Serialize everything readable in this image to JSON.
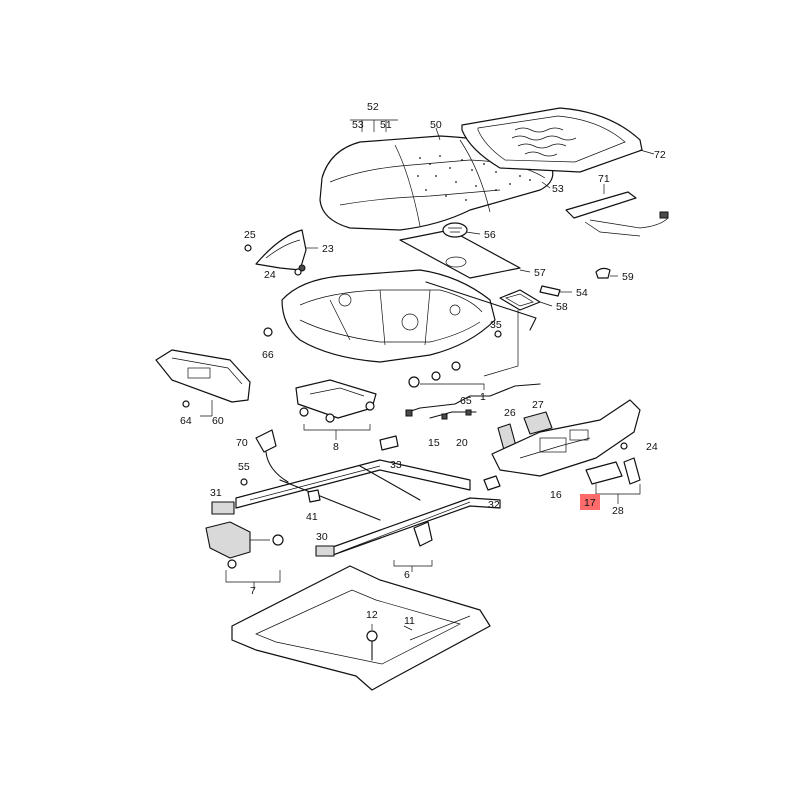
{
  "labels": [
    {
      "id": "52",
      "text": "52"
    },
    {
      "id": "53a",
      "text": "53"
    },
    {
      "id": "51",
      "text": "51"
    },
    {
      "id": "50",
      "text": "50"
    },
    {
      "id": "72",
      "text": "72"
    },
    {
      "id": "53b",
      "text": "53"
    },
    {
      "id": "71",
      "text": "71"
    },
    {
      "id": "25",
      "text": "25"
    },
    {
      "id": "23",
      "text": "23"
    },
    {
      "id": "24a",
      "text": "24"
    },
    {
      "id": "56",
      "text": "56"
    },
    {
      "id": "57",
      "text": "57"
    },
    {
      "id": "59",
      "text": "59"
    },
    {
      "id": "54",
      "text": "54"
    },
    {
      "id": "58",
      "text": "58"
    },
    {
      "id": "35",
      "text": "35"
    },
    {
      "id": "66",
      "text": "66"
    },
    {
      "id": "1",
      "text": "1"
    },
    {
      "id": "64",
      "text": "64"
    },
    {
      "id": "60",
      "text": "60"
    },
    {
      "id": "8",
      "text": "8"
    },
    {
      "id": "65",
      "text": "65"
    },
    {
      "id": "26",
      "text": "26"
    },
    {
      "id": "27",
      "text": "27"
    },
    {
      "id": "70",
      "text": "70"
    },
    {
      "id": "15",
      "text": "15"
    },
    {
      "id": "20",
      "text": "20"
    },
    {
      "id": "24b",
      "text": "24"
    },
    {
      "id": "33",
      "text": "33"
    },
    {
      "id": "55",
      "text": "55"
    },
    {
      "id": "16",
      "text": "16"
    },
    {
      "id": "17",
      "text": "17"
    },
    {
      "id": "28",
      "text": "28"
    },
    {
      "id": "31",
      "text": "31"
    },
    {
      "id": "32",
      "text": "32"
    },
    {
      "id": "41",
      "text": "41"
    },
    {
      "id": "30",
      "text": "30"
    },
    {
      "id": "6",
      "text": "6"
    },
    {
      "id": "7",
      "text": "7"
    },
    {
      "id": "12",
      "text": "12"
    },
    {
      "id": "11",
      "text": "11"
    }
  ],
  "highlight": {
    "label_id": "17",
    "color": "#ff6b6b"
  }
}
